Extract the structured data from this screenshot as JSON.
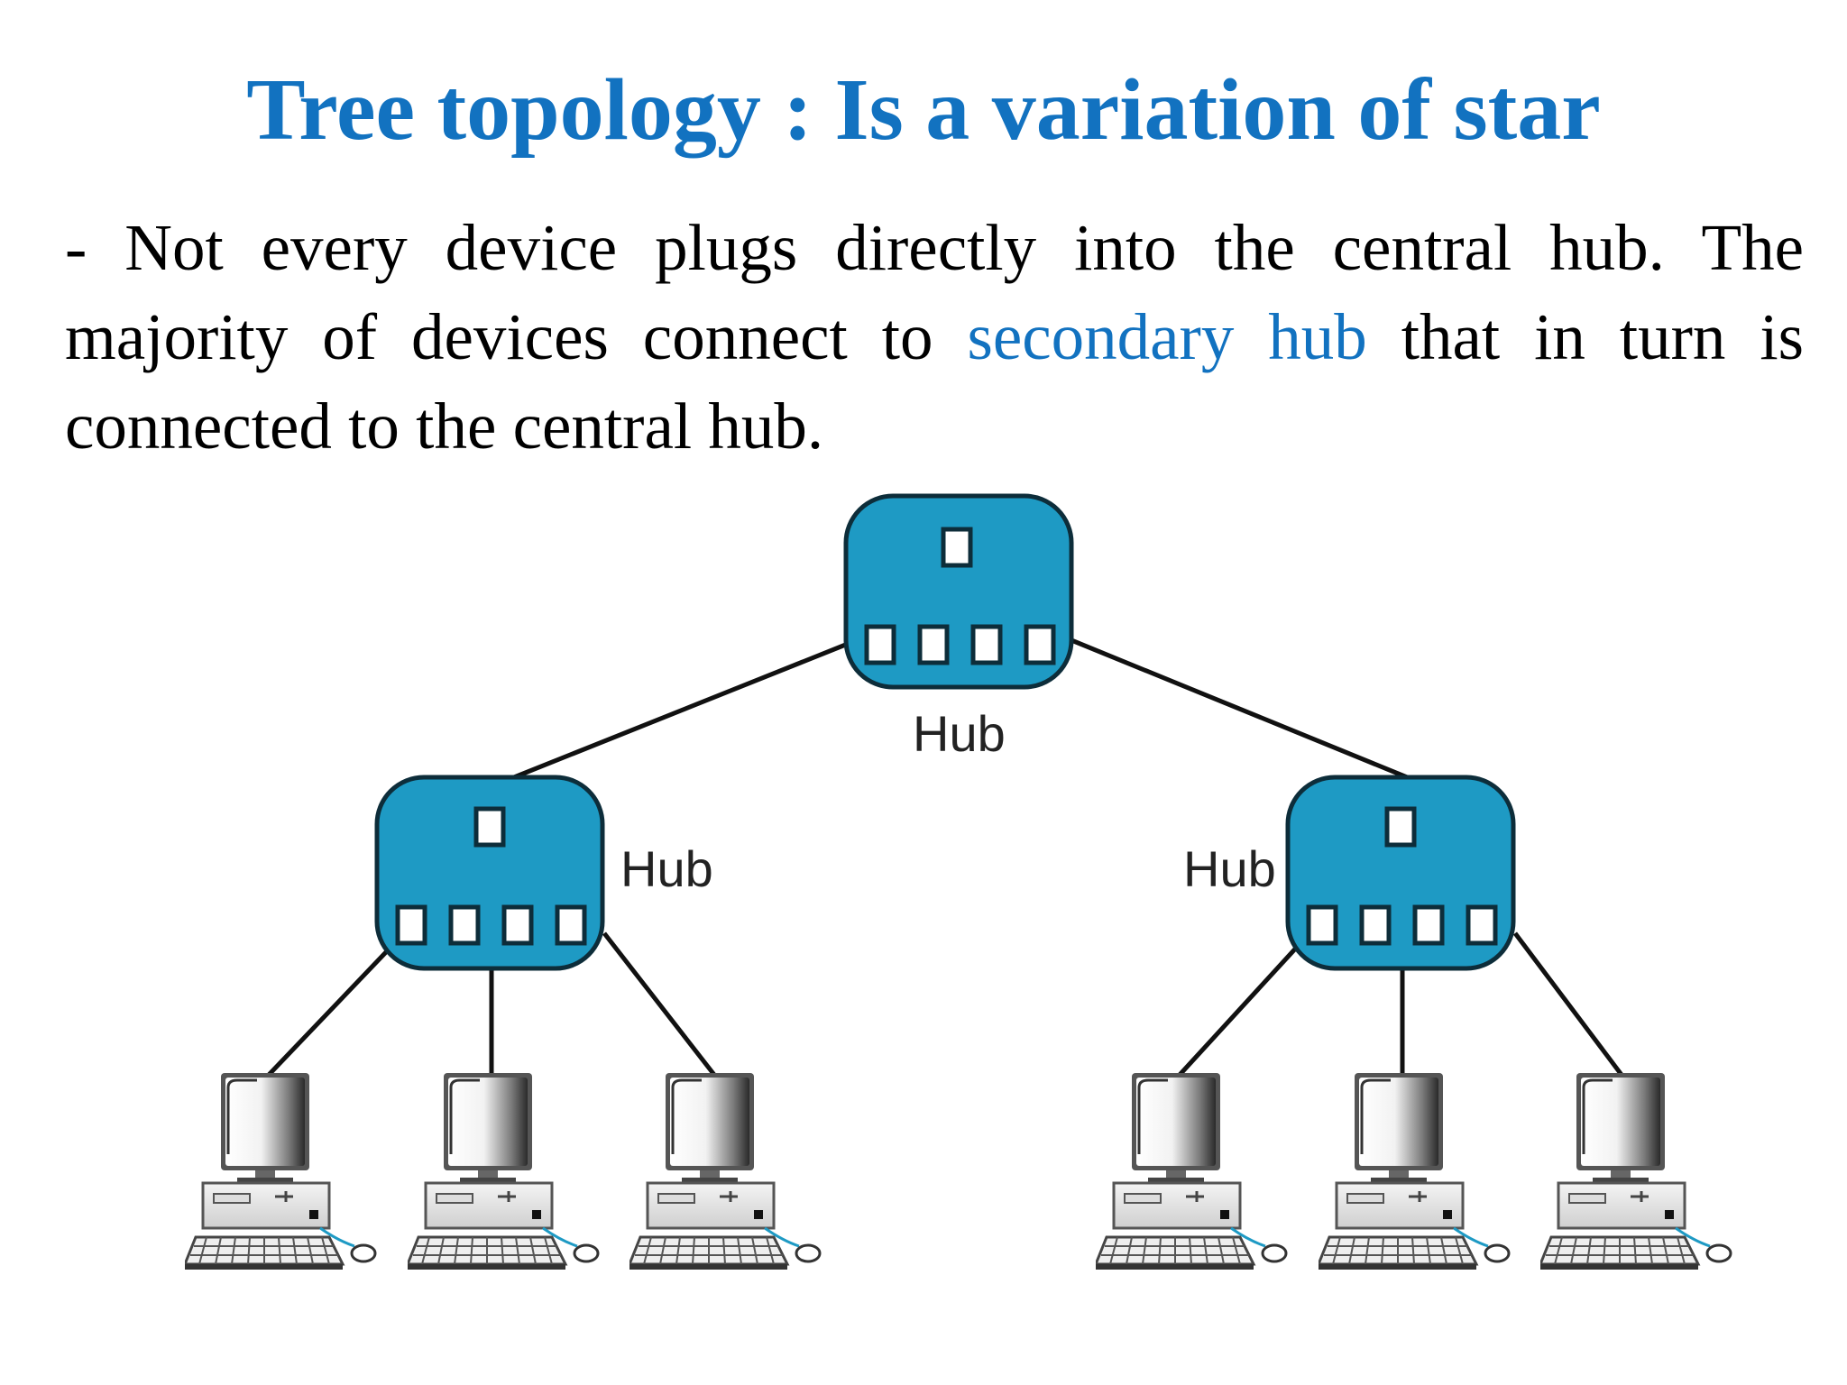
{
  "slide": {
    "title": "Tree topology : Is a variation of star",
    "body": {
      "prefix": "- ",
      "part1": "Not every device plugs directly into the central hub. The majority of devices connect to ",
      "highlight": "secondary hub",
      "part2": " that in turn is connected to the central hub."
    }
  },
  "colors": {
    "title": "#1272C0",
    "highlight": "#1272C0",
    "hub_fill": "#1E9AC4",
    "hub_border": "#0D2D3A",
    "line": "#111111",
    "monitor_frame": "#444444",
    "mouse": "#1E9AC4"
  },
  "diagram": {
    "central_hub": {
      "label": "Hub"
    },
    "secondary_hubs": [
      {
        "label": "Hub",
        "computers": 3
      },
      {
        "label": "Hub",
        "computers": 3
      }
    ]
  }
}
